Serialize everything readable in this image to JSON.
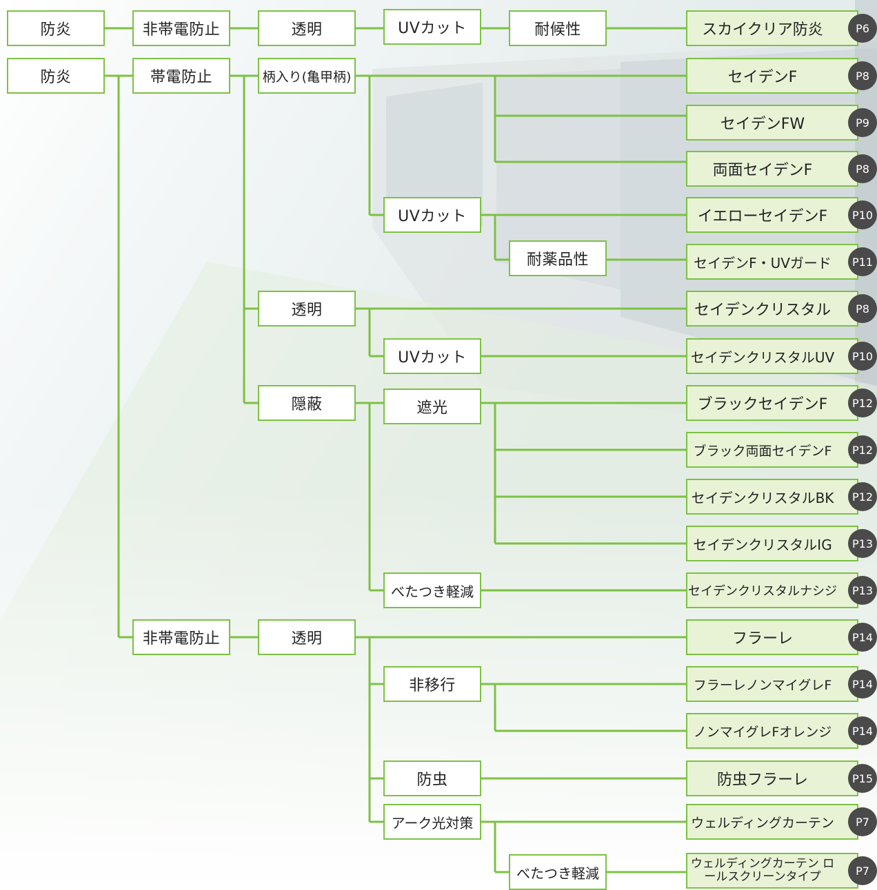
{
  "colors": {
    "accent": "#7cc142",
    "product_fill": "#e8f3d6",
    "badge": "#4a4a4a"
  },
  "nodes": [
    {
      "id": "r1",
      "label": "防炎"
    },
    {
      "id": "r2",
      "label": "防炎"
    },
    {
      "id": "a1",
      "label": "非帯電防止"
    },
    {
      "id": "a2",
      "label": "帯電防止"
    },
    {
      "id": "a3",
      "label": "非帯電防止"
    },
    {
      "id": "b1",
      "label": "透明"
    },
    {
      "id": "b2",
      "label": "柄入り(亀甲柄)"
    },
    {
      "id": "b3",
      "label": "透明"
    },
    {
      "id": "b4",
      "label": "隠蔽"
    },
    {
      "id": "b5",
      "label": "透明"
    },
    {
      "id": "c1",
      "label": "UVカット"
    },
    {
      "id": "c2",
      "label": "UVカット"
    },
    {
      "id": "c3",
      "label": "UVカット"
    },
    {
      "id": "c4",
      "label": "遮光"
    },
    {
      "id": "c5",
      "label": "べたつき軽減"
    },
    {
      "id": "c6",
      "label": "非移行"
    },
    {
      "id": "c7",
      "label": "防虫"
    },
    {
      "id": "c8",
      "label": "アーク光対策"
    },
    {
      "id": "d1",
      "label": "耐候性"
    },
    {
      "id": "d2",
      "label": "耐薬品性"
    },
    {
      "id": "d3",
      "label": "べたつき軽減"
    }
  ],
  "products": [
    {
      "name": "スカイクリア防炎",
      "page": "P6"
    },
    {
      "name": "セイデンF",
      "page": "P8"
    },
    {
      "name": "セイデンFW",
      "page": "P9"
    },
    {
      "name": "両面セイデンF",
      "page": "P8"
    },
    {
      "name": "イエローセイデンF",
      "page": "P10"
    },
    {
      "name": "セイデンF・UVガード",
      "page": "P11"
    },
    {
      "name": "セイデンクリスタル",
      "page": "P8"
    },
    {
      "name": "セイデンクリスタルUV",
      "page": "P10"
    },
    {
      "name": "ブラックセイデンF",
      "page": "P12"
    },
    {
      "name": "ブラック両面セイデンF",
      "page": "P12"
    },
    {
      "name": "セイデンクリスタルBK",
      "page": "P12"
    },
    {
      "name": "セイデンクリスタルIG",
      "page": "P13"
    },
    {
      "name": "セイデンクリスタルナシジ",
      "page": "P13"
    },
    {
      "name": "フラーレ",
      "page": "P14"
    },
    {
      "name": "フラーレノンマイグレF",
      "page": "P14"
    },
    {
      "name": "ノンマイグレFオレンジ",
      "page": "P14"
    },
    {
      "name": "防虫フラーレ",
      "page": "P15"
    },
    {
      "name": "ウェルディングカーテン",
      "page": "P7"
    },
    {
      "name": "ウェルディングカーテン ロールスクリーンタイプ",
      "page": "P7"
    }
  ]
}
